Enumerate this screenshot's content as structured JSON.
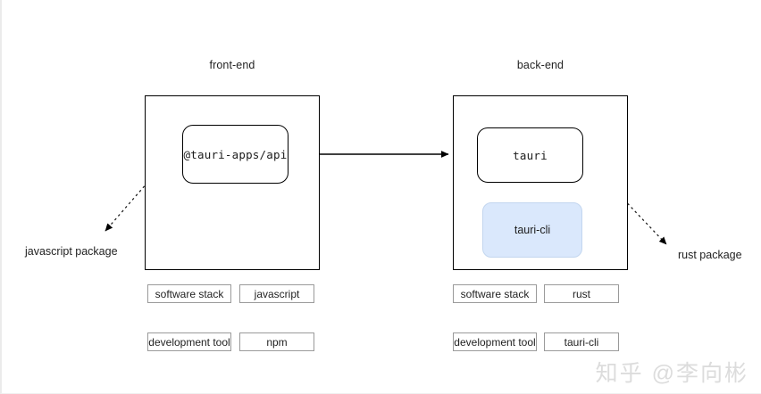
{
  "diagram": {
    "title_hidden": "",
    "background": "#ffffff",
    "accent_fill": "#dae8fc",
    "accent_border": "#c3d6ef",
    "line_color": "#000000"
  },
  "groups": [
    {
      "id": "front-end",
      "label": "front-end",
      "nodes": [
        {
          "id": "tauri-apps-api",
          "label": "@tauri-apps/api",
          "style": "outline"
        }
      ],
      "tags": [
        {
          "id": "software-stack-left",
          "label": "software stack"
        },
        {
          "id": "javascript",
          "label": "javascript"
        },
        {
          "id": "development-tool-left",
          "label": "development tool"
        },
        {
          "id": "npm",
          "label": "npm"
        }
      ]
    },
    {
      "id": "back-end",
      "label": "back-end",
      "nodes": [
        {
          "id": "tauri",
          "label": "tauri",
          "style": "outline"
        },
        {
          "id": "tauri-cli",
          "label": "tauri-cli",
          "style": "filled"
        }
      ],
      "tags": [
        {
          "id": "software-stack-right",
          "label": "software stack"
        },
        {
          "id": "rust",
          "label": "rust"
        },
        {
          "id": "development-tool-right",
          "label": "development tool"
        },
        {
          "id": "tauri-cli-tag",
          "label": "tauri-cli"
        }
      ]
    }
  ],
  "captions": [
    {
      "id": "javascript-package",
      "label": "javascript package"
    },
    {
      "id": "rust-package",
      "label": "rust package"
    }
  ],
  "connectors": [
    {
      "id": "api-to-backend",
      "style": "solid",
      "from": "tauri-apps-api",
      "to": "back-end"
    },
    {
      "id": "api-to-javascript-package",
      "style": "dashed",
      "from": "tauri-apps-api",
      "to": "javascript-package"
    },
    {
      "id": "tauri-to-rust-package",
      "style": "dashed",
      "from": "tauri",
      "to": "rust-package"
    }
  ],
  "watermark": {
    "text": "知乎 @李向彬"
  }
}
